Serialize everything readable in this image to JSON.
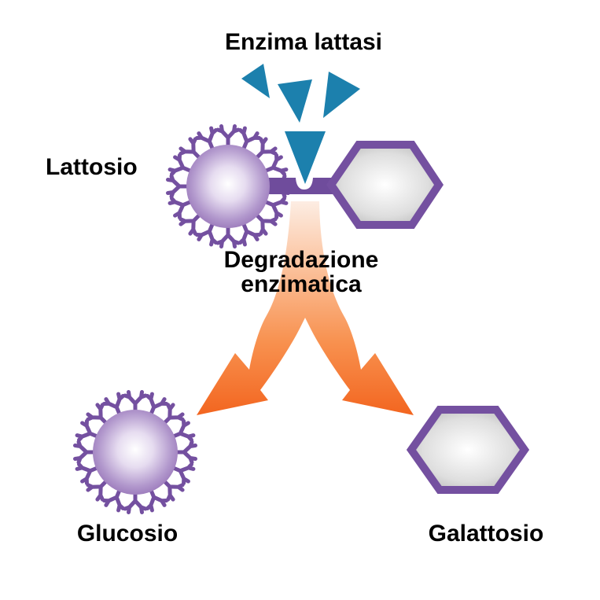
{
  "diagram": {
    "enzyme_label": "Enzima lattasi",
    "lactose_label": "Lattosio",
    "degradation_label_line1": "Degradazione",
    "degradation_label_line2": "enzimatica",
    "glucose_label": "Glucosio",
    "galactose_label": "Galattosio"
  },
  "colors": {
    "enzyme_blue": "#1c80ad",
    "molecule_purple": "#7450a0",
    "bar_purple": "#6f4c9c",
    "sphere_edge_purple": "#7a53a4",
    "hexagon_edge_gray": "#a5a5a5",
    "arrow_light": "#fdf0e8",
    "arrow_mid_light": "#fbc4a0",
    "arrow_mid_dark": "#f8914f",
    "arrow_dark": "#f2621c",
    "text": "#000000",
    "background": "#ffffff"
  }
}
